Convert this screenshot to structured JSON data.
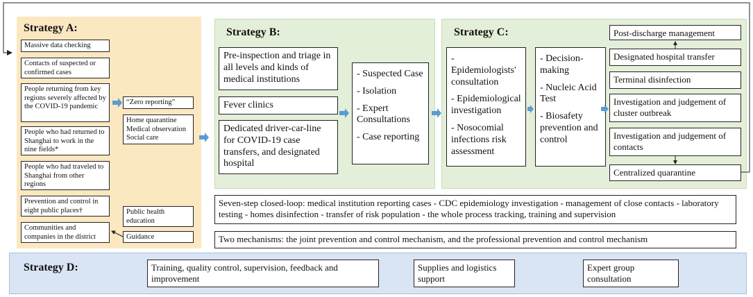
{
  "strategy_a": {
    "title": "Strategy A:",
    "boxes": [
      "Massive data checking",
      "Contacts of suspected or confirmed cases",
      "People returning from key regions severely affected by the COVID-19 pandemic",
      "People who had returned to Shanghai to work in the nine fields*",
      "People who had traveled to Shanghai from other regions",
      "Prevention and control in eight public places†",
      "Communities and companies in the district"
    ],
    "side_boxes": [
      "“Zero reporting”",
      "Home quarantine Medical observation Social care",
      "Public health education",
      "Guidance"
    ]
  },
  "strategy_b": {
    "title": "Strategy B:",
    "boxes": [
      "Pre-inspection and triage in all levels and kinds of medical institutions",
      "Fever clinics",
      "Dedicated driver-car-line for COVID-19 case transfers, and designated hospital"
    ],
    "list": [
      "- Suspected Case",
      "- Isolation",
      "- Expert Consultations",
      "- Case reporting"
    ]
  },
  "strategy_c": {
    "title": "Strategy C:",
    "list1": [
      "- Epidemiologists' consultation",
      "- Epidemiological investigation",
      "- Nosocomial infections risk assessment"
    ],
    "list2": [
      "- Decision-making",
      "- Nucleic Acid Test",
      "- Biosafety prevention and control"
    ],
    "boxes": [
      "Post-discharge management",
      "Designated hospital transfer",
      "Terminal disinfection",
      "Investigation and judgement of cluster outbreak",
      "Investigation and judgement of contacts",
      "Centralized quarantine"
    ]
  },
  "seven_step": "Seven-step closed-loop: medical institution reporting cases - CDC epidemiology investigation -  management of close contacts - laboratory testing - homes disinfection - transfer of risk population - the whole process tracking, training and supervision",
  "two_mechanisms": "Two mechanisms: the joint prevention and control mechanism, and the professional prevention and control mechanism",
  "strategy_d": {
    "title": "Strategy D:",
    "boxes": [
      "Training, quality control, supervision, feedback and improvement",
      "Supplies and logistics support",
      "Expert group consultation"
    ]
  },
  "colors": {
    "panel_a": "#fbe7c0",
    "panel_bc": "#e4efd9",
    "panel_d": "#d9e5f4",
    "arrow": "#5b9bd5"
  }
}
